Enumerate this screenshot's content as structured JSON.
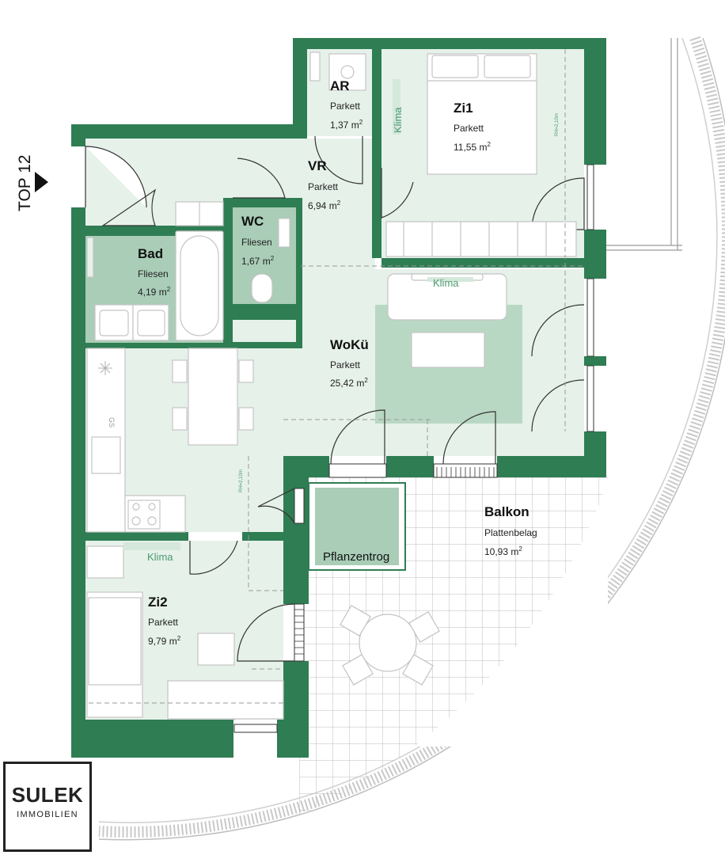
{
  "unit": {
    "label": "TOP 12"
  },
  "rooms": [
    {
      "id": "ar",
      "name": "AR",
      "floor": "Parkett",
      "area": "1,37 m",
      "sup": "2"
    },
    {
      "id": "zi1",
      "name": "Zi1",
      "floor": "Parkett",
      "area": "11,55 m",
      "sup": "2"
    },
    {
      "id": "vr",
      "name": "VR",
      "floor": "Parkett",
      "area": "6,94 m",
      "sup": "2"
    },
    {
      "id": "wc",
      "name": "WC",
      "floor": "Fliesen",
      "area": "1,67 m",
      "sup": "2"
    },
    {
      "id": "bad",
      "name": "Bad",
      "floor": "Fliesen",
      "area": "4,19 m",
      "sup": "2"
    },
    {
      "id": "woku",
      "name": "WoKü",
      "floor": "Parkett",
      "area": "25,42 m",
      "sup": "2"
    },
    {
      "id": "balkon",
      "name": "Balkon",
      "floor": "Plattenbelag",
      "area": "10,93 m",
      "sup": "2"
    },
    {
      "id": "zi2",
      "name": "Zi2",
      "floor": "Parkett",
      "area": "9,79 m",
      "sup": "2"
    }
  ],
  "annotations": {
    "klima": "Klima",
    "pflanzentrog": "Pflanzentrog",
    "room_height": "RH=2,10m",
    "gs": "GS"
  },
  "logo": {
    "main": "SULEK",
    "sub": "IMMOBILIEN"
  },
  "colors": {
    "wall": "#2f7d53",
    "room_fill": "#e6f1ea",
    "wet_fill": "#a9cdb7",
    "carpet": "#b9d8c4",
    "accent_text": "#4a9a6f"
  }
}
